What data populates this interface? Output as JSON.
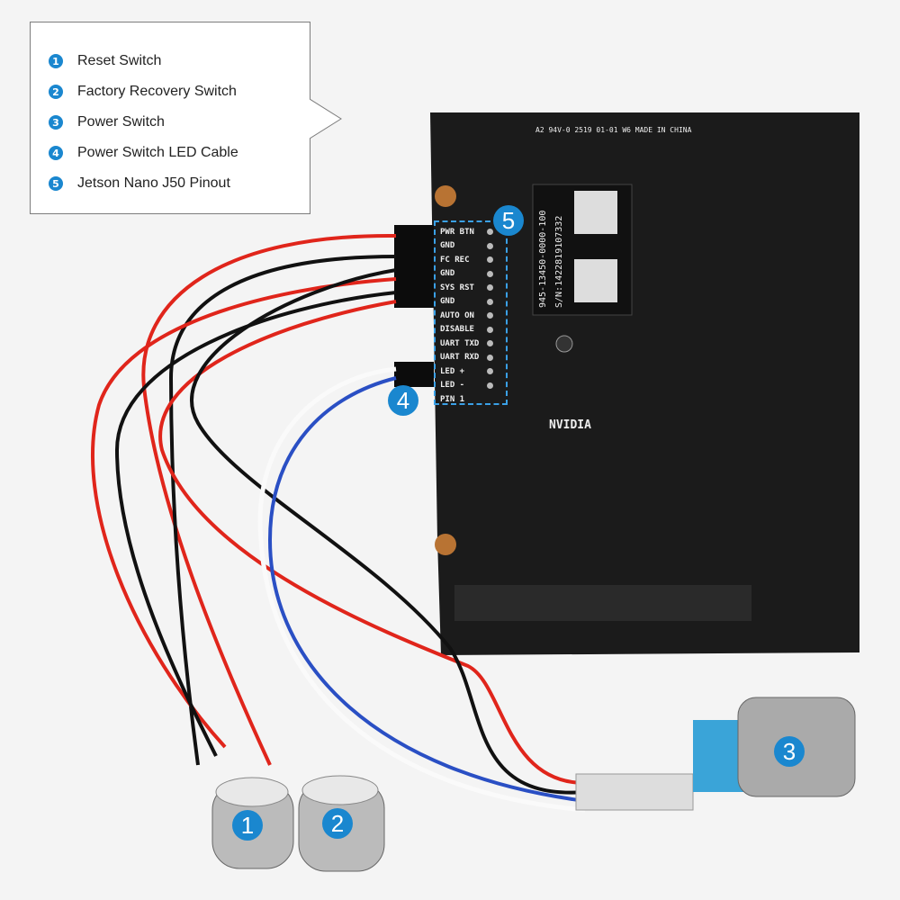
{
  "legend": {
    "items": [
      {
        "num": "1",
        "label": "Reset Switch"
      },
      {
        "num": "2",
        "label": "Factory Recovery Switch"
      },
      {
        "num": "3",
        "label": "Power Switch"
      },
      {
        "num": "4",
        "label": "Power Switch LED Cable"
      },
      {
        "num": "5",
        "label": "Jetson Nano J50 Pinout"
      }
    ]
  },
  "markers": [
    "1",
    "2",
    "3",
    "4",
    "5"
  ],
  "pinout": [
    "PWR BTN",
    "GND",
    "FC REC",
    "GND",
    "SYS RST",
    "GND",
    "AUTO ON",
    "DISABLE",
    "UART TXD",
    "UART RXD",
    "LED +",
    "LED -",
    "PIN 1"
  ],
  "board": {
    "part_number": "945-13450-0000-100",
    "serial": "S/N:1422819107332",
    "brand": "NVIDIA",
    "header_text": "A2 94V-0 2519 01-01 W6 MADE IN CHINA"
  },
  "colors": {
    "accent": "#1a87cf",
    "board": "#1b1b1b",
    "wire_red": "#e0251b",
    "wire_black": "#111111",
    "wire_blue": "#2a4fc4"
  }
}
